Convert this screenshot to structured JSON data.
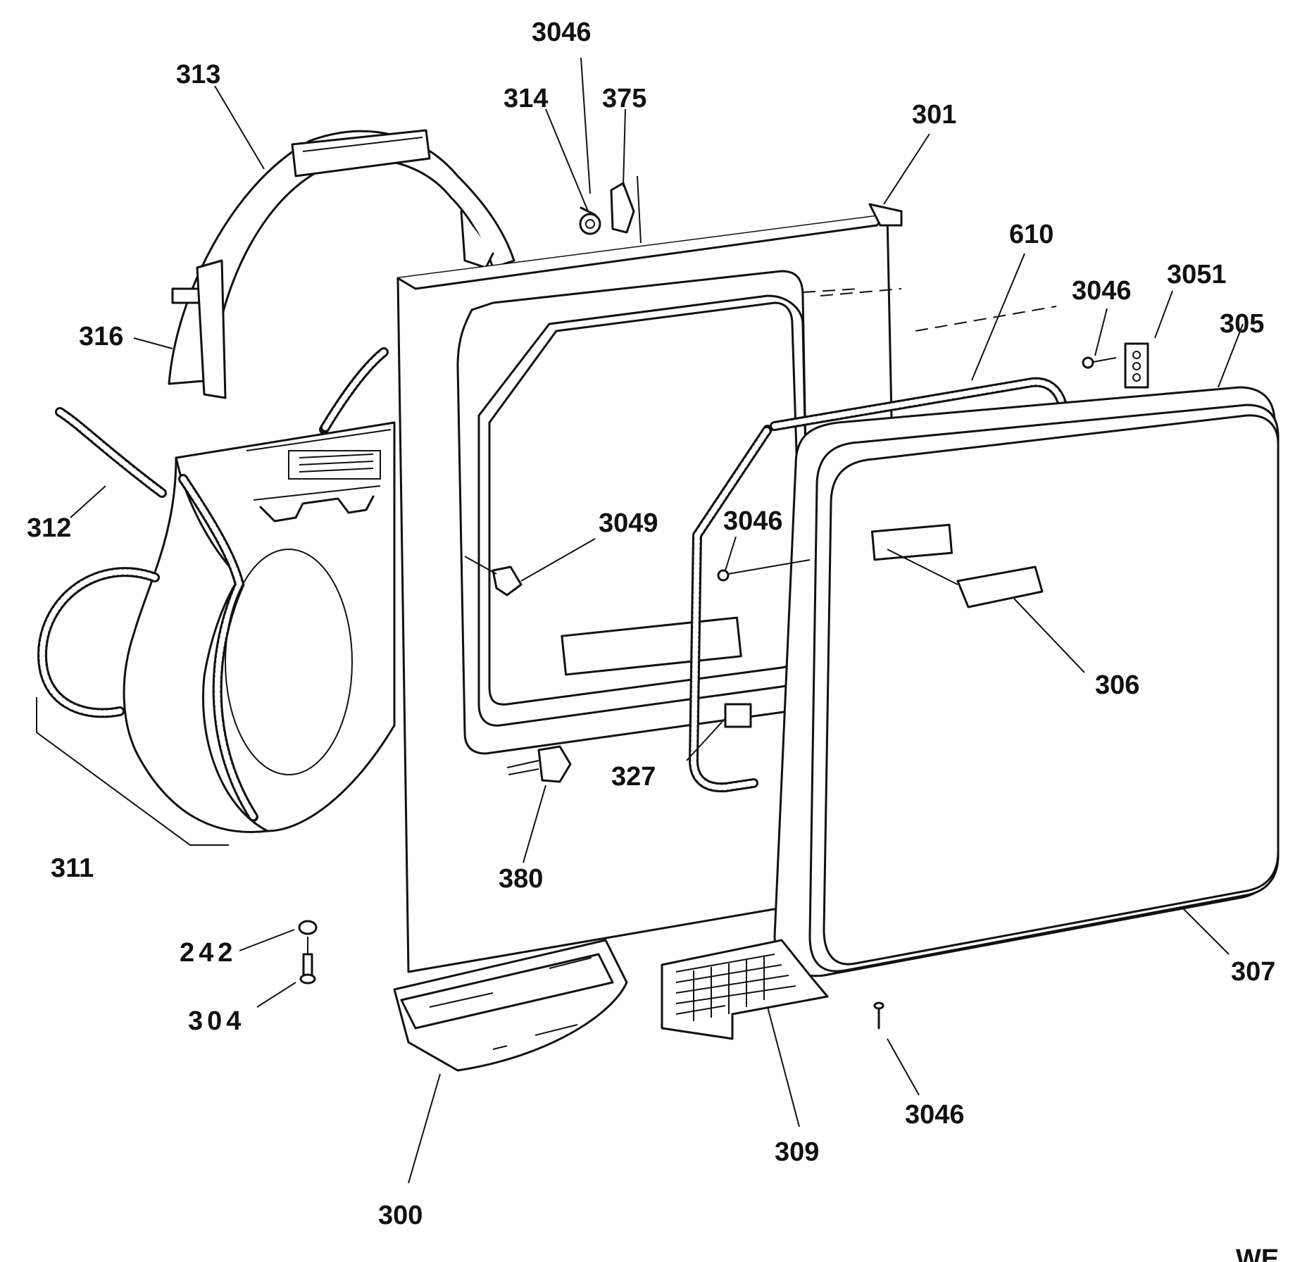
{
  "labels": {
    "p3046_top": "3046",
    "p313": "313",
    "p314": "314",
    "p375": "375",
    "p301": "301",
    "p610": "610",
    "p3046_right": "3046",
    "p3051": "3051",
    "p305": "305",
    "p316": "316",
    "p312": "312",
    "p3049": "3049",
    "p3046_mid": "3046",
    "p306": "306",
    "p327": "327",
    "p311": "311",
    "p380": "380",
    "p242": "242",
    "p304": "304",
    "p307": "307",
    "p3046_bottom": "3046",
    "p309": "309",
    "p300": "300",
    "corner_text": "WE"
  }
}
